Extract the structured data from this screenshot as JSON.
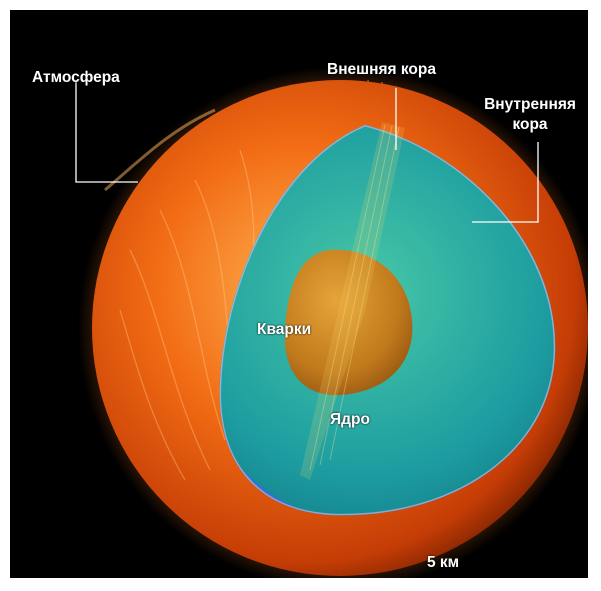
{
  "labels": {
    "atmosphere": "Атмосфера",
    "outer_crust": "Внешняя кора",
    "inner_crust_line1": "Внутренняя",
    "inner_crust_line2": "кора",
    "quarks": "Кварки",
    "core": "Ядро",
    "scale": "5 км"
  },
  "colors": {
    "background": "#000000",
    "atmosphere_orange": "#f06a12",
    "outer_crust_blue": "#2a78c4",
    "inner_crust_purple": "#6a2aa0",
    "mantle_teal": "#1fa2a0",
    "quark_core": "#c8821e"
  }
}
